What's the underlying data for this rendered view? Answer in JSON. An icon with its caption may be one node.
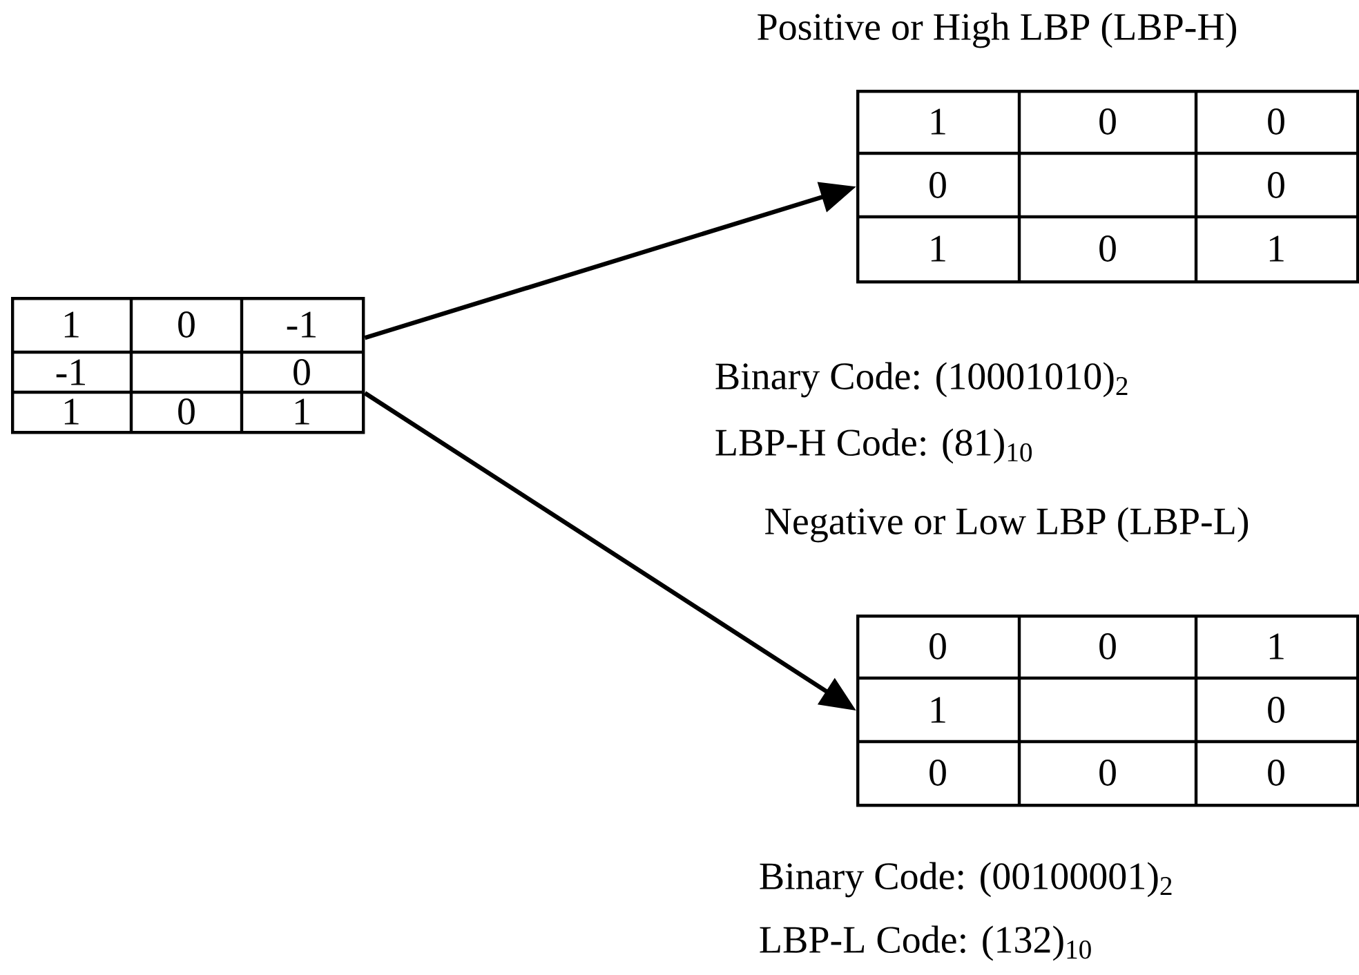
{
  "diagram": {
    "nodes": [
      {
        "text": [
          "1",
          "0",
          "-1",
          "-1",
          "0",
          "1",
          "0",
          "1"
        ]
      },
      {
        "text": [
          "Positive or High LBP (LBP-H)",
          "1",
          "0",
          "0",
          "0",
          "0",
          "1",
          "0",
          "1"
        ],
        "beside": [
          "Binary Code: (10001010)$_{2}$",
          "LBP-H Code: (81)$_{10}$"
        ]
      },
      {
        "text": [
          "Negative or Low LBP (LBP-L)",
          "0",
          "0",
          "1",
          "1",
          "0",
          "0",
          "0",
          "0"
        ],
        "beside": [
          "Binary Code: (00100001)$_{2}$",
          "LBP-L Code: (132)$_{10}$"
        ]
      }
    ],
    "edges": [
      {
        "from": 0,
        "to": 1,
        "arrow": "to"
      },
      {
        "from": 0,
        "to": 2,
        "arrow": "to"
      }
    ]
  }
}
